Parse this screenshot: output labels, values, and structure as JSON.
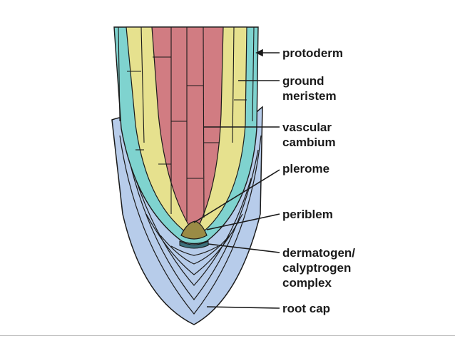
{
  "labels": {
    "protoderm": "protoderm",
    "ground_meristem": "ground\nmeristem",
    "vascular_cambium": "vascular\ncambium",
    "plerome": "plerome",
    "periblem": "periblem",
    "dermatogen": "dermatogen/\ncalyptrogen\ncomplex",
    "root_cap": "root cap"
  },
  "colors": {
    "protoderm": "#7fd3cf",
    "ground_meristem": "#e6e18e",
    "vascular": "#d17c82",
    "root_cap": "#b7ccea",
    "meristem_center": "#9a8b45",
    "outline": "#1a1a1a"
  }
}
